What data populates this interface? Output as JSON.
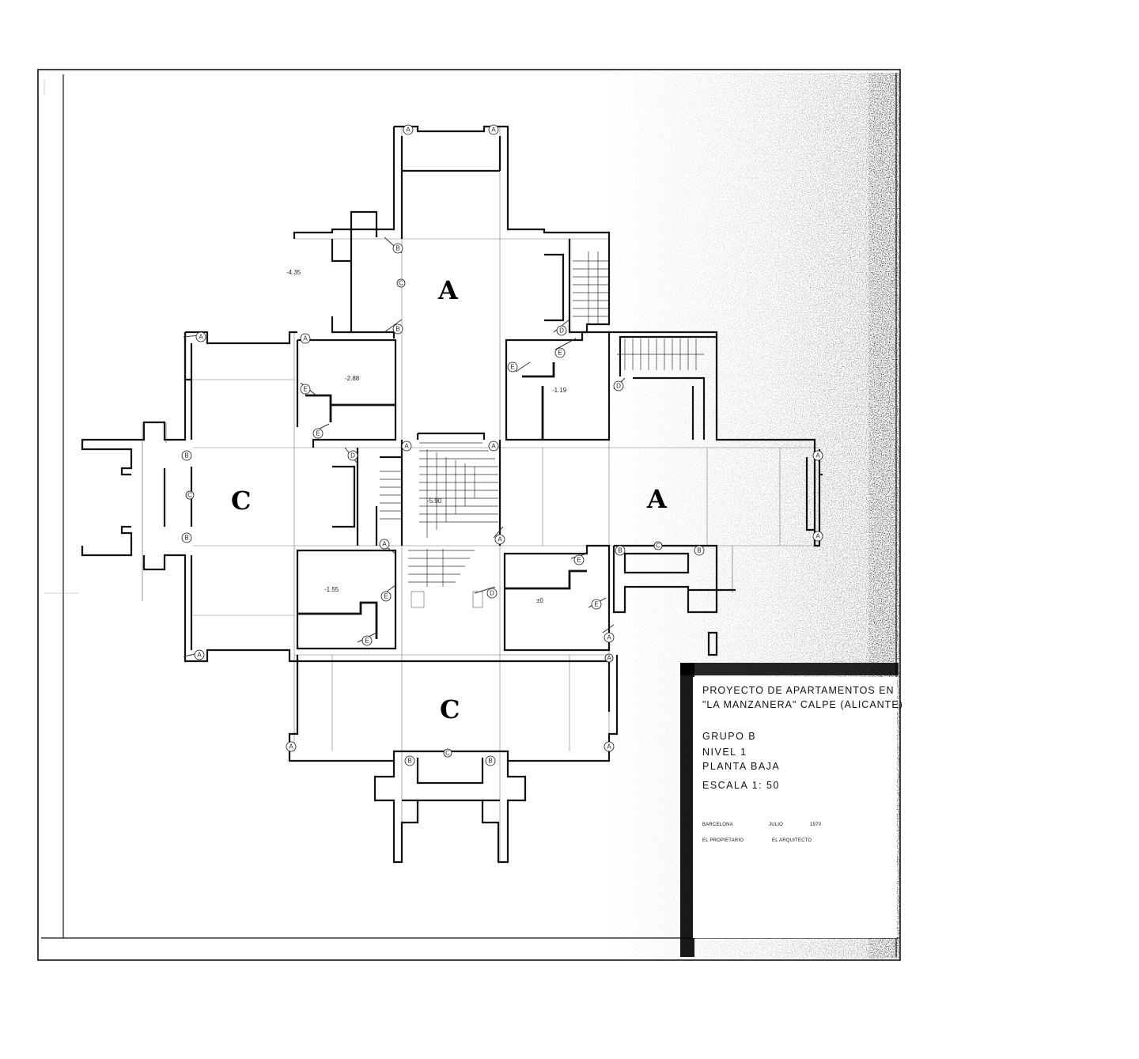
{
  "plan": {
    "unit_labels": {
      "north": "A",
      "east": "A",
      "west": "C",
      "south": "C"
    },
    "elevations": {
      "outside": "-4.35",
      "nw_room": "-2.88",
      "ne_room": "-1.19",
      "stair_core": "-5.90",
      "sw_room": "-1.55",
      "se_room": "±0"
    },
    "type_tags": [
      "A",
      "B",
      "C",
      "D",
      "E"
    ]
  },
  "title_block": {
    "line1": "PROYECTO DE APARTAMENTOS EN",
    "line2": "\"LA MANZANERA\"  CALPE (ALICANTE)",
    "grupo": "GRUPO    B",
    "nivel": "NIVEL   1",
    "planta": "PLANTA BAJA",
    "escala": "ESCALA    1: 50",
    "city": "BARCELONA",
    "month": "JULIO",
    "year": "1970",
    "owner": "EL PROPIETARIO",
    "architect": "EL ARQUITECTO"
  },
  "colors": {
    "ink": "#111111",
    "paper": "#ffffff",
    "stain": "#2a2a2a"
  }
}
